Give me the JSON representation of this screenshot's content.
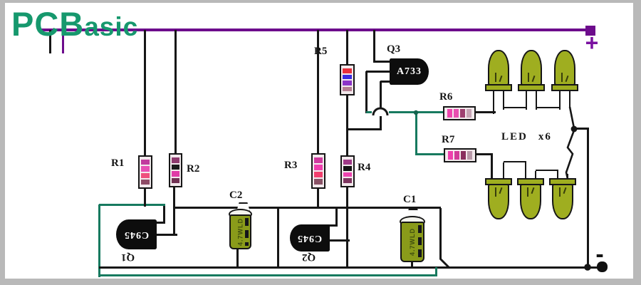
{
  "logo": {
    "brand_bold": "PCB",
    "brand_rest": "asic"
  },
  "terminals": {
    "positive": "+",
    "negative": "-"
  },
  "led_group": {
    "label": "LED",
    "count_label": "x6"
  },
  "components": {
    "resistors": [
      {
        "id": "R1",
        "label": "R1",
        "orientation": "vertical",
        "bands": [
          "#c13a9e",
          "#e84fb4",
          "#ef4f7e",
          "#8e4a66"
        ]
      },
      {
        "id": "R2",
        "label": "R2",
        "orientation": "vertical",
        "bands": [
          "#8e3a6e",
          "#1a1a1a",
          "#e03aa6",
          "#703052"
        ]
      },
      {
        "id": "R3",
        "label": "R3",
        "orientation": "vertical",
        "bands": [
          "#d13aa0",
          "#ef3fae",
          "#f23f6e",
          "#8a5266"
        ]
      },
      {
        "id": "R4",
        "label": "R4",
        "orientation": "vertical",
        "bands": [
          "#a03a88",
          "#141414",
          "#ee44b0",
          "#7e3560"
        ]
      },
      {
        "id": "R5",
        "label": "R5",
        "orientation": "vertical",
        "bands": [
          "#e8303c",
          "#3a2ce0",
          "#8c35c8",
          "#b57f92"
        ]
      },
      {
        "id": "R6",
        "label": "R6",
        "orientation": "horizontal",
        "bands": [
          "#ee46ae",
          "#e84fb0",
          "#9e4070",
          "#c6a4b4"
        ]
      },
      {
        "id": "R7",
        "label": "R7",
        "orientation": "horizontal",
        "bands": [
          "#ee3fae",
          "#d23a9a",
          "#8a2e5e",
          "#b898a8"
        ]
      }
    ],
    "transistors": [
      {
        "id": "Q1",
        "label": "Q1",
        "part": "C945"
      },
      {
        "id": "Q2",
        "label": "Q2",
        "part": "C945"
      },
      {
        "id": "Q3",
        "label": "Q3",
        "part": "A733"
      }
    ],
    "capacitors": [
      {
        "id": "C1",
        "label": "C1",
        "marking": "4.7WLD"
      },
      {
        "id": "C2",
        "label": "C2",
        "marking": "4.7WLD"
      }
    ]
  },
  "colors": {
    "rail_positive": "#6d0c8c",
    "wire_black": "#161616",
    "wire_teal": "#177a5f",
    "led_body": "#9fae20",
    "transistor_body": "#0d0d0d",
    "logo_green": "#16986d"
  }
}
